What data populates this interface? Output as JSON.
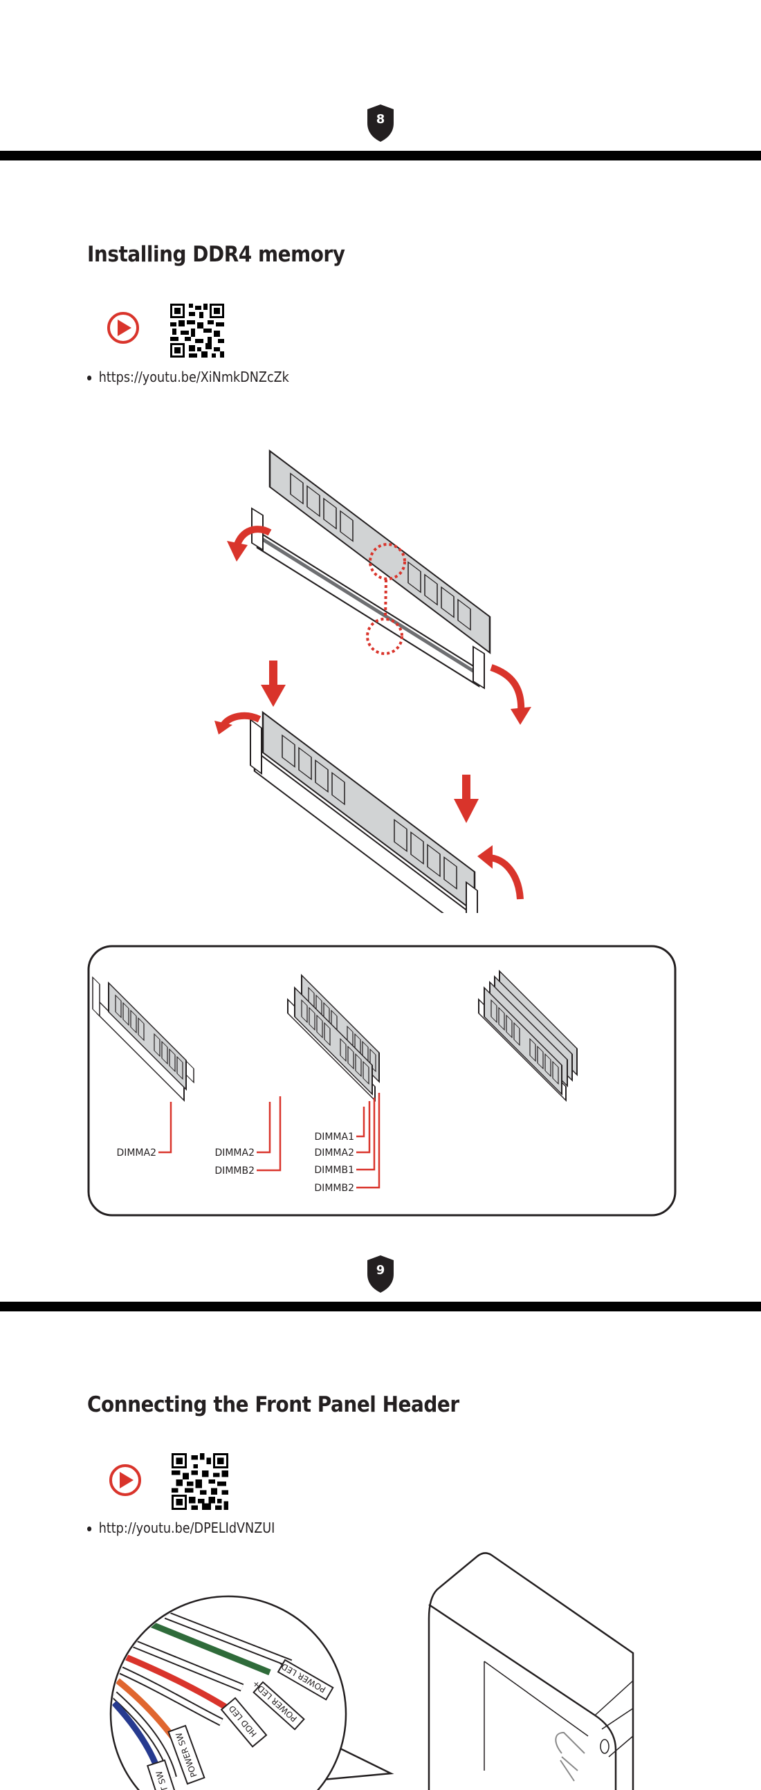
{
  "sections": [
    {
      "step_number": "8",
      "title": "Installing DDR4 memory",
      "video_url": "https://youtu.be/XiNmkDNZcZk"
    },
    {
      "step_number": "9",
      "title": "Connecting the Front Panel Header",
      "video_url": "http://youtu.be/DPELIdVNZUI"
    }
  ],
  "dimm_config": {
    "one_module": [
      "DIMMA2"
    ],
    "two_modules": [
      "DIMMA2",
      "DIMMB2"
    ],
    "four_modules": [
      "DIMMA1",
      "DIMMA2",
      "DIMMB1",
      "DIMMB2"
    ]
  },
  "front_panel_connectors": [
    "POWER LED-",
    "POWER LED+",
    "HDD LED",
    "POWER SW",
    "RESET SW"
  ],
  "colors": {
    "accent": "#d9342b",
    "wire_green": "#2f6b3a",
    "wire_red": "#d9342b",
    "wire_orange": "#e0662f",
    "wire_blue": "#263a8f",
    "module_fill": "#d1d3d4"
  }
}
